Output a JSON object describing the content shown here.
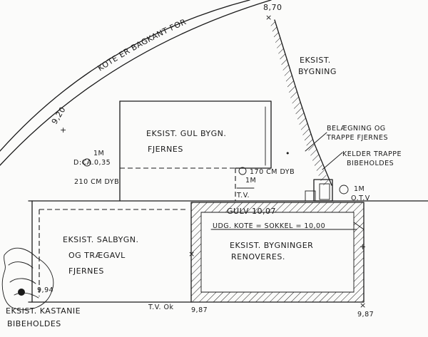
{
  "sheet": {
    "ink_color": "#1a1a1a",
    "paper_color": "#fbfbfa"
  },
  "labels": {
    "curve_top": "KOTE ER BAGKANT FOR",
    "level_top": "8,70",
    "existing_building_1": "EKSIST.",
    "existing_building_2": "BYGNING",
    "level_left_curve": "9,20",
    "yellow_building_1": "EKSIST. GUL BYGN.",
    "yellow_building_2": "FJERNES",
    "pit_left_1": "1M",
    "pit_left_2": "D:CA.0,35",
    "pit_left_3": "210 CM DYB",
    "pit_mid_1": "170 CM DYB",
    "pit_mid_2": "1M",
    "tv_mid": "T.V.",
    "paving_1": "BELÆGNING OG",
    "paving_2": "TRAPPE FJERNES",
    "cellar_1": "KELDER TRAPPE",
    "cellar_2": "BIBEHOLDES",
    "pit_right_1": "1M",
    "pit_right_2": "O.T.V",
    "floor_level": "GULV 10,07",
    "outdoor_level": "UDG. KOTE = SOKKEL = 10,00",
    "hall_1": "EKSIST. SALBYGN.",
    "hall_2": "OG TRÆGAVL",
    "hall_3": "FJERNES",
    "renovate_1": "EKSIST. BYGNINGER",
    "renovate_2": "RENOVERES.",
    "tree_level": "9,94",
    "chestnut_1": "EKSIST. KASTANIE",
    "chestnut_2": "BIBEHOLDES",
    "tv_bottom": "T.V. Ok",
    "level_bottom_mid": "9,87",
    "level_bottom_right": "9,87"
  }
}
